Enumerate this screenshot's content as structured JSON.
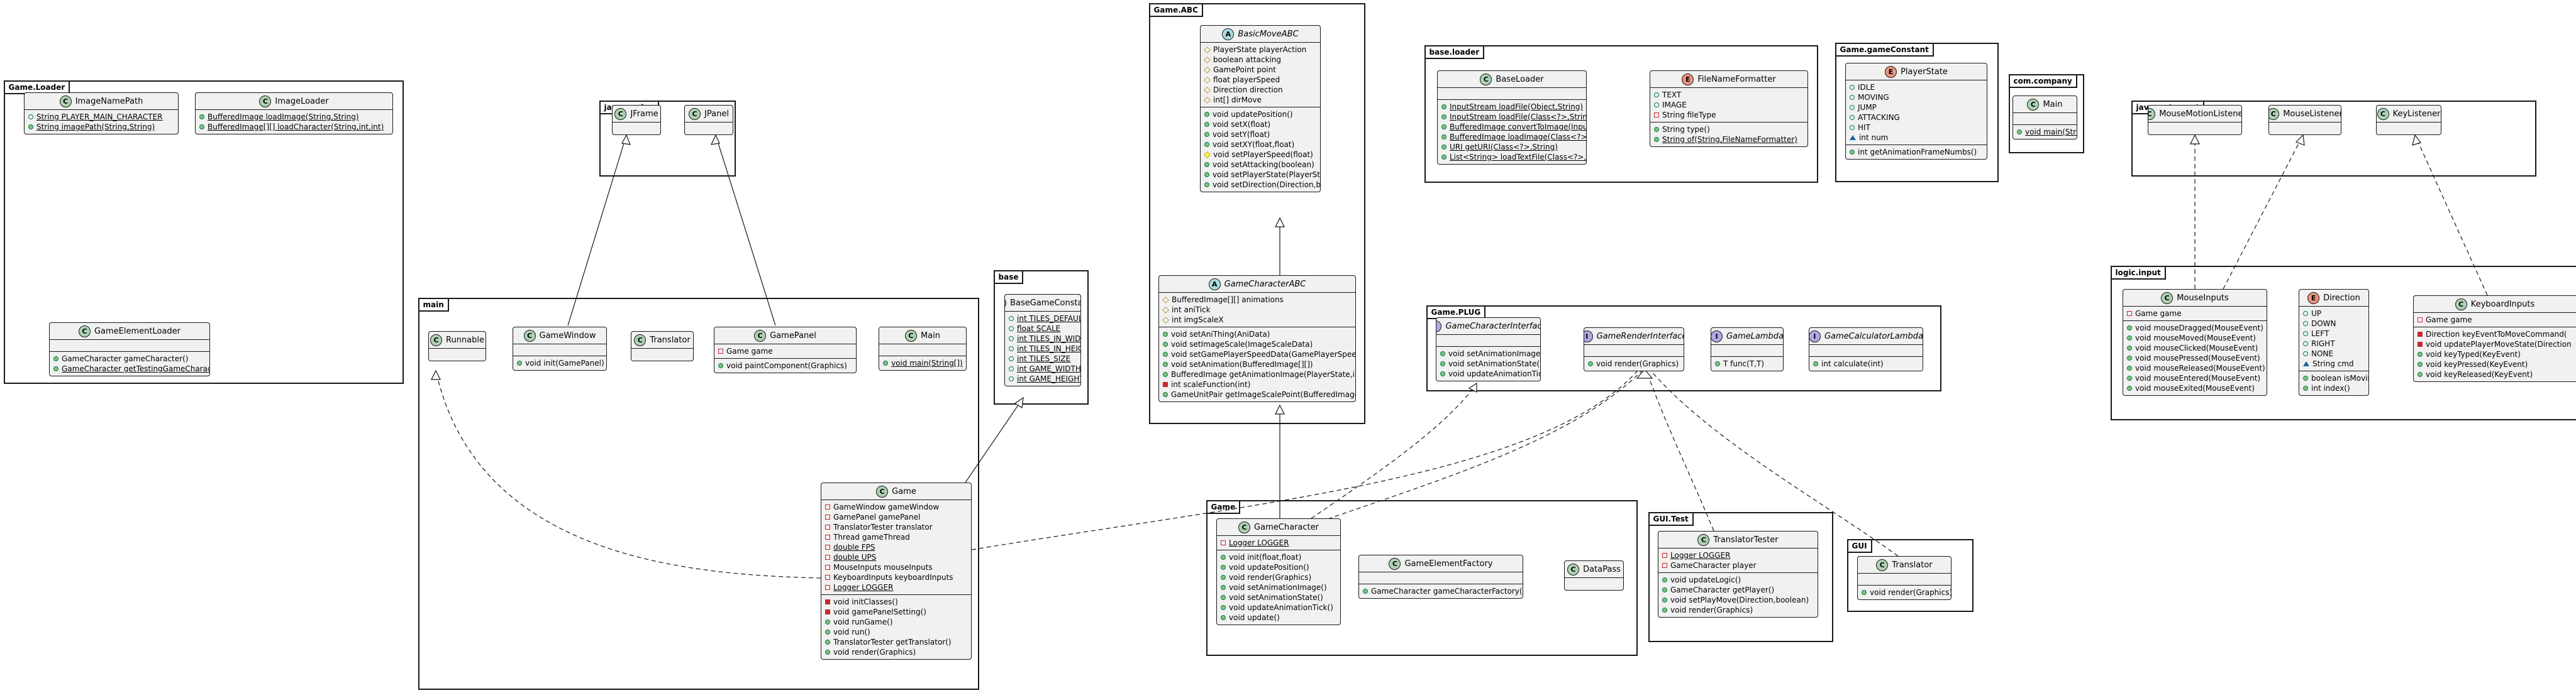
{
  "packages": {
    "game_loader": "Game.Loader",
    "javax_swing": "javax.swing",
    "main": "main",
    "base": "base",
    "game_abc": "Game.ABC",
    "base_loader": "base.loader",
    "game_game_constant": "Game.gameConstant",
    "com_company": "com.company",
    "java_awt_event": "java.awt.event",
    "game_plug": "Game.PLUG",
    "game": "Game",
    "gui_test": "GUI.Test",
    "gui": "GUI",
    "logic_input": "logic.input"
  },
  "classes": {
    "image_name_path": {
      "name": "ImageNamePath",
      "members": [
        "String PLAYER_MAIN_CHARACTER",
        "String imagePath(String,String)"
      ]
    },
    "image_loader": {
      "name": "ImageLoader",
      "members": [
        "BufferedImage loadImage(String,String)",
        "BufferedImage[][] loadCharacter(String,int,int)"
      ]
    },
    "game_element_loader": {
      "name": "GameElementLoader",
      "members": [
        "GameCharacter gameCharacter()",
        "GameCharacter getTestingGameCharacter()"
      ]
    },
    "jframe": {
      "name": "JFrame"
    },
    "jpanel": {
      "name": "JPanel"
    },
    "runnable": {
      "name": "Runnable"
    },
    "game_window": {
      "name": "GameWindow",
      "members": [
        "void init(GamePanel)"
      ]
    },
    "translator_main": {
      "name": "Translator"
    },
    "game_panel": {
      "name": "GamePanel",
      "fields": [
        "Game game"
      ],
      "methods": [
        "void paintComponent(Graphics)"
      ]
    },
    "main_main": {
      "name": "Main",
      "members": [
        "void main(String[])"
      ]
    },
    "game_main": {
      "name": "Game",
      "fields": [
        "GameWindow gameWindow",
        "GamePanel gamePanel",
        "TranslatorTester translator",
        "Thread gameThread",
        "double FPS",
        "double UPS",
        "MouseInputs mouseInputs",
        "KeyboardInputs keyboardInputs",
        "Logger LOGGER"
      ],
      "methods": [
        "void initClasses()",
        "void gamePanelSetting()",
        "void runGame()",
        "void run()",
        "TranslatorTester getTranslator()",
        "void render(Graphics)"
      ]
    },
    "base_game_constant": {
      "name": "BaseGameConstant",
      "members": [
        "int TILES_DEFAULT_SIZE",
        "float SCALE",
        "int TILES_IN_WIDTH",
        "int TILES_IN_HEIGHT",
        "int TILES_SIZE",
        "int GAME_WIDTH",
        "int GAME_HEIGHT"
      ]
    },
    "basic_move_abc": {
      "name": "BasicMoveABC",
      "fields": [
        "PlayerState playerAction",
        "boolean attacking",
        "GamePoint point",
        "float playerSpeed",
        "Direction direction",
        "int[] dirMove"
      ],
      "methods": [
        "void updatePosition()",
        "void setX(float)",
        "void setY(float)",
        "void setXY(float,float)",
        "void setPlayerSpeed(float)",
        "void setAttacking(boolean)",
        "void setPlayerState(PlayerState)",
        "void setDirection(Direction,boolean)"
      ]
    },
    "game_character_abc": {
      "name": "GameCharacterABC",
      "fields": [
        "BufferedImage[][] animations",
        "int aniTick",
        "int imgScaleX"
      ],
      "methods": [
        "void setAniThing(AniData)",
        "void setImageScale(ImageScaleData)",
        "void setGamePlayerSpeedData(GamePlayerSpeedData)",
        "void setAnimation(BufferedImage[][])",
        "BufferedImage getAnimationImage(PlayerState,int)",
        "int scaleFunction(int)",
        "GameUnitPair getImageScalePoint(BufferedImage)"
      ]
    },
    "base_loader": {
      "name": "BaseLoader",
      "members": [
        "InputStream loadFile(Object,String)",
        "InputStream loadFile(Class<?>,String)",
        "BufferedImage convertToImage(InputStream)",
        "BufferedImage loadImage(Class<?>,String)",
        "URI getURI(Class<?>,String)",
        "List<String> loadTextFile(Class<?>,String)"
      ]
    },
    "file_name_formatter": {
      "name": "FileNameFormatter",
      "fields": [
        "TEXT",
        "IMAGE",
        "String fileType"
      ],
      "methods": [
        "String type()",
        "String of(String,FileNameFormatter)"
      ]
    },
    "player_state": {
      "name": "PlayerState",
      "fields": [
        "IDLE",
        "MOVING",
        "JUMP",
        "ATTACKING",
        "HIT",
        "int num"
      ],
      "methods": [
        "int getAnimationFrameNumbs()"
      ]
    },
    "main_company": {
      "name": "Main",
      "members": [
        "void main(String[])"
      ]
    },
    "mouse_motion_listener": {
      "name": "MouseMotionListener"
    },
    "mouse_listener": {
      "name": "MouseListener"
    },
    "key_listener": {
      "name": "KeyListener"
    },
    "game_character_interface": {
      "name": "GameCharacterInterface",
      "members": [
        "void setAnimationImage()",
        "void setAnimationState()",
        "void updateAnimationTick()"
      ]
    },
    "game_render_interface": {
      "name": "GameRenderInterface",
      "members": [
        "void render(Graphics)"
      ]
    },
    "game_lambda": {
      "name": "GameLambda",
      "members": [
        "T func(T,T)"
      ]
    },
    "game_calculator_lambda": {
      "name": "GameCalculatorLambda",
      "members": [
        "int calculate(int)"
      ]
    },
    "game_character": {
      "name": "GameCharacter",
      "fields": [
        "Logger LOGGER"
      ],
      "methods": [
        "void init(float,float)",
        "void updatePosition()",
        "void render(Graphics)",
        "void setAnimationImage()",
        "void setAnimationState()",
        "void updateAnimationTick()",
        "void update()"
      ]
    },
    "game_element_factory": {
      "name": "GameElementFactory",
      "members": [
        "GameCharacter gameCharacterFactory()"
      ]
    },
    "data_pass": {
      "name": "DataPass"
    },
    "translator_tester": {
      "name": "TranslatorTester",
      "fields": [
        "Logger LOGGER",
        "GameCharacter player"
      ],
      "methods": [
        "void updateLogic()",
        "GameCharacter getPlayer()",
        "void setPlayMove(Direction,boolean)",
        "void render(Graphics)"
      ]
    },
    "translator_gui": {
      "name": "Translator",
      "members": [
        "void render(Graphics)"
      ]
    },
    "mouse_inputs": {
      "name": "MouseInputs",
      "fields": [
        "Game game"
      ],
      "methods": [
        "void mouseDragged(MouseEvent)",
        "void mouseMoved(MouseEvent)",
        "void mouseClicked(MouseEvent)",
        "void mousePressed(MouseEvent)",
        "void mouseReleased(MouseEvent)",
        "void mouseEntered(MouseEvent)",
        "void mouseExited(MouseEvent)"
      ]
    },
    "direction": {
      "name": "Direction",
      "fields": [
        "UP",
        "DOWN",
        "LEFT",
        "RIGHT",
        "NONE",
        "String cmd"
      ],
      "methods": [
        "boolean isMoving()",
        "int index()"
      ]
    },
    "keyboard_inputs": {
      "name": "KeyboardInputs",
      "fields": [
        "Game game"
      ],
      "methods": [
        "Direction keyEventToMoveCommand(",
        "void updatePlayerMoveState(Direction",
        "void keyTyped(KeyEvent)",
        "void keyPressed(KeyEvent)",
        "void keyReleased(KeyEvent)"
      ]
    }
  },
  "colors": {
    "class_fill": "#f1f1f1",
    "border": "#181818",
    "class_stereotype": "#add1b2",
    "abstract_stereotype": "#a9dcdf",
    "enum_stereotype": "#eb937f",
    "interface_stereotype": "#b4a7e5"
  }
}
